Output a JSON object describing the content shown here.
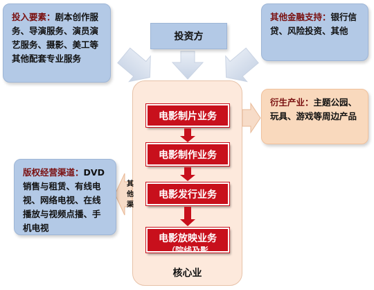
{
  "investor_label": "投资方",
  "inputs_box": {
    "title": "投入要素：",
    "body": "剧本创作服务、导演服务、演员演艺服务、摄影、美工等其他配套专业服务"
  },
  "finance_box": {
    "title": "其他金融支持：",
    "body": "银行信贷、风险投资、其他"
  },
  "derivative_box": {
    "title": "衍生产业：",
    "body": "主题公园、玩具、游戏等周边产品"
  },
  "copyright_box": {
    "title": "版权经营渠道：",
    "body": "DVD销售与租赁、有线电视、网络电视、在线播放与视频点播、手机电视"
  },
  "core": {
    "label": "核心业",
    "stages": [
      "电影制片业务",
      "电影制作业务",
      "电影发行业务",
      "电影放映业务"
    ],
    "last_sub": "（院线及影"
  },
  "other_channel_label": [
    "其",
    "他",
    "渠"
  ],
  "colors": {
    "blue": "#b3c9e6",
    "peach": "#f9d9bd",
    "red": "#c8101c"
  }
}
